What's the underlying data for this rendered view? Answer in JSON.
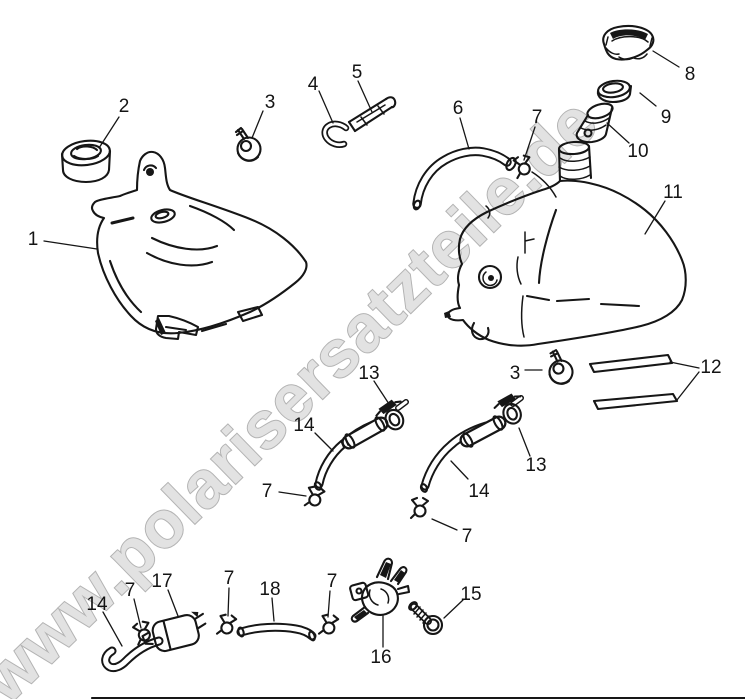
{
  "diagram": {
    "kind": "exploded-parts-diagram",
    "watermark": "www.polarisersatzteile.de",
    "colors": {
      "background": "#ffffff",
      "line": "#161616",
      "label": "#141414",
      "watermark_fill": "#e2e2e2",
      "watermark_outline": "#b3b3b3"
    },
    "callouts": [
      {
        "label": "2",
        "part": "grommet"
      },
      {
        "label": "1",
        "part": "oil-tank"
      },
      {
        "label": "3",
        "part": "flange-bolt"
      },
      {
        "label": "4",
        "part": "hook"
      },
      {
        "label": "5",
        "part": "strap"
      },
      {
        "label": "6",
        "part": "vent-hose"
      },
      {
        "label": "7",
        "part": "hose-clamp"
      },
      {
        "label": "8",
        "part": "fuel-cap"
      },
      {
        "label": "9",
        "part": "cap-gasket"
      },
      {
        "label": "10",
        "part": "filler-neck"
      },
      {
        "label": "11",
        "part": "fuel-tank"
      },
      {
        "label": "3",
        "part": "flange-bolt"
      },
      {
        "label": "12",
        "part": "decal-strips"
      },
      {
        "label": "13",
        "part": "screw-clamp"
      },
      {
        "label": "14",
        "part": "fuel-hose"
      },
      {
        "label": "7",
        "part": "hose-clamp"
      },
      {
        "label": "13",
        "part": "screw-clamp"
      },
      {
        "label": "14",
        "part": "fuel-hose"
      },
      {
        "label": "7",
        "part": "hose-clamp"
      },
      {
        "label": "14",
        "part": "fuel-hose"
      },
      {
        "label": "7",
        "part": "hose-clamp"
      },
      {
        "label": "17",
        "part": "fuel-filter"
      },
      {
        "label": "7",
        "part": "hose-clamp"
      },
      {
        "label": "18",
        "part": "fuel-line"
      },
      {
        "label": "7",
        "part": "hose-clamp"
      },
      {
        "label": "16",
        "part": "fuel-valve"
      },
      {
        "label": "15",
        "part": "hex-bolt"
      }
    ]
  }
}
